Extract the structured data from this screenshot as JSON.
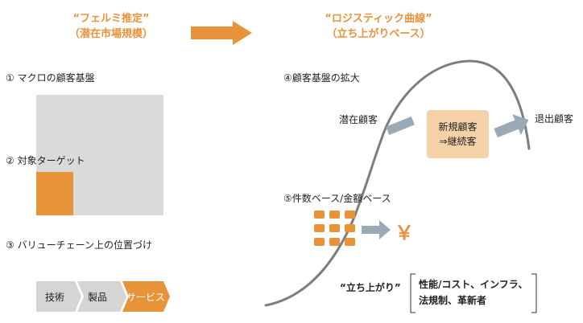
{
  "left_heading": {
    "title": "“フェルミ推定”",
    "subtitle": "（潜在市場規模）"
  },
  "right_heading": {
    "title": "“ロジスティック曲線”",
    "subtitle": "（立ち上がりベース）"
  },
  "left_steps": {
    "step1": "① マクロの顧客基盤",
    "step2": "② 対象ターゲット",
    "step3": "③ バリューチェーン上の位置づけ"
  },
  "value_chain": [
    "技術",
    "製品",
    "サービス"
  ],
  "right_steps": {
    "step4": "④顧客基盤の拡大",
    "step5": "⑤件数ベース/金額ベース"
  },
  "customers": {
    "latent": "潜在顧客",
    "new_line1": "新規顧客",
    "new_line2": "⇒継続客",
    "churned": "退出顧客"
  },
  "currency_symbol": "￥",
  "rise_label": "“立ち上がり”",
  "rise_factors": {
    "line1": "性能/コスト、インフラ、",
    "line2": "法規制、革新者"
  },
  "colors": {
    "accent": "#e8923a",
    "gray_box": "#d9dada",
    "slate": "#9aa9b6",
    "peach": "#f5d1a8",
    "chevron_gray": "#d5d5d5"
  }
}
